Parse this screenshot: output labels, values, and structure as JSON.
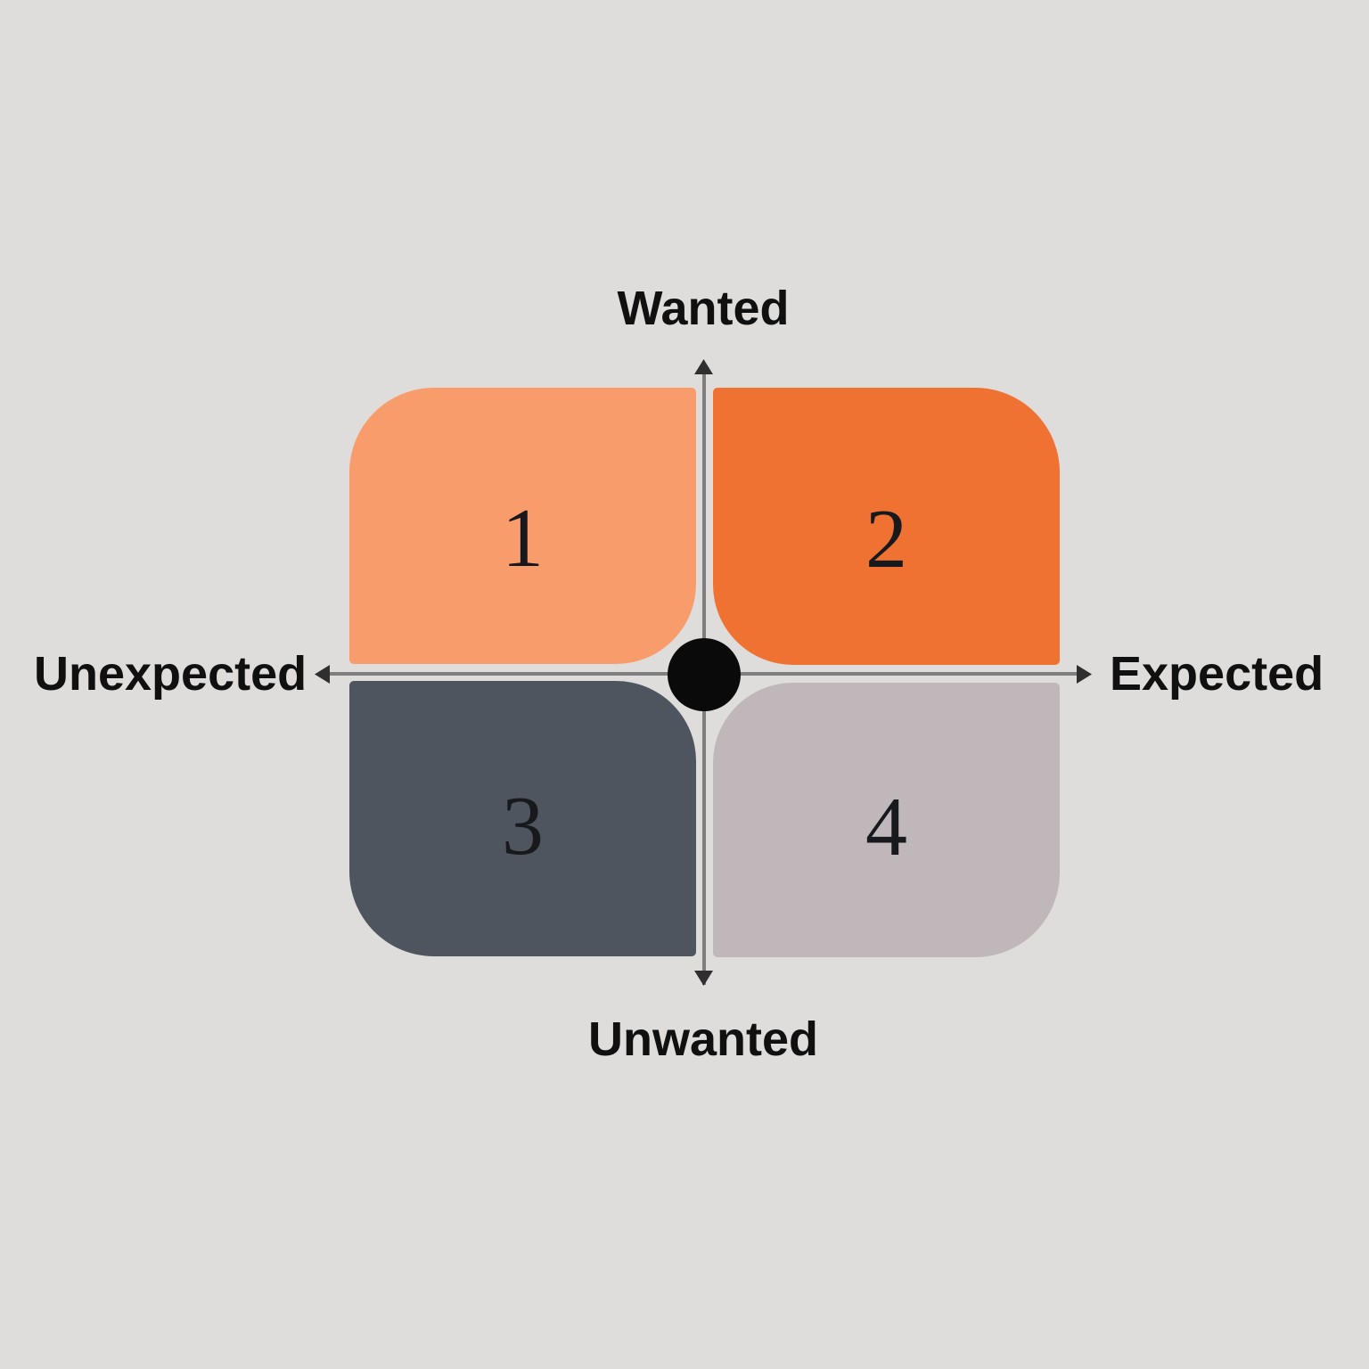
{
  "diagram": {
    "background_color": "#DEDDDB",
    "axes": {
      "top_label": "Wanted",
      "bottom_label": "Unwanted",
      "left_label": "Unexpected",
      "right_label": "Expected",
      "line_color": "#7E7E7E",
      "arrowhead_color": "#2F2F2F",
      "label_color": "#101010",
      "center_dot_color": "#0A0A0A"
    },
    "quadrants": [
      {
        "number": "1",
        "position": "top-left",
        "color": "#F99C6C"
      },
      {
        "number": "2",
        "position": "top-right",
        "color": "#F07233"
      },
      {
        "number": "3",
        "position": "bottom-left",
        "color": "#4E555E"
      },
      {
        "number": "4",
        "position": "bottom-right",
        "color": "#C0B7BA"
      }
    ],
    "number_color": "#17191C"
  }
}
